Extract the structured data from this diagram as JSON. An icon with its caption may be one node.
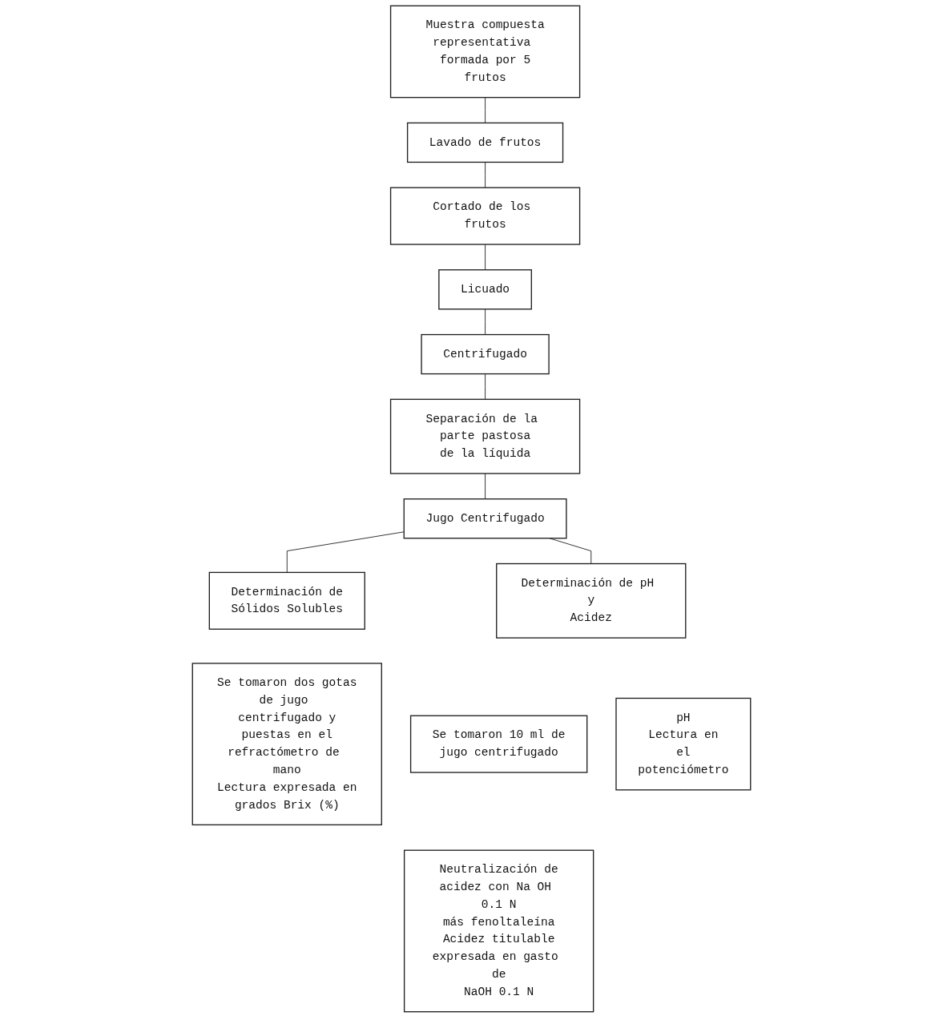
{
  "diagram": {
    "nodes": [
      {
        "text": [
          "Muestra compuesta representativa formada por 5 frutos"
        ]
      },
      {
        "text": [
          "Lavado de frutos"
        ]
      },
      {
        "text": [
          "Cortado de los frutos"
        ]
      },
      {
        "text": [
          "Licuado"
        ]
      },
      {
        "text": [
          "Centrifugado"
        ]
      },
      {
        "text": [
          "Separación de la parte pastosa de la líquida"
        ]
      },
      {
        "text": [
          "Jugo Centrifugado"
        ]
      },
      {
        "text": [
          "Determinación de Sólidos Solubles"
        ]
      },
      {
        "text": [
          "Se tomaron dos gotas de jugo centrifugado y puestas en el refractómetro de mano",
          "Lectura expresada en grados Brix (%)"
        ]
      },
      {
        "text": [
          "Determinación de pH y Acidez"
        ]
      },
      {
        "text": [
          "Se tomaron 10 ml de jugo centrifugado"
        ]
      },
      {
        "text": [
          "Neutralización de acidez con Na OH 0.1 N más fenoltaleína",
          "Acidez titulable expresada en gasto de NaOH 0.1 N"
        ]
      },
      {
        "text": [
          "pH",
          "Lectura en el potenciómetro"
        ]
      }
    ],
    "edges": [
      {
        "from": 0,
        "to": 1,
        "arrow": "none"
      },
      {
        "from": 1,
        "to": 2,
        "arrow": "none"
      },
      {
        "from": 2,
        "to": 3,
        "arrow": "none"
      },
      {
        "from": 3,
        "to": 4,
        "arrow": "none"
      },
      {
        "from": 4,
        "to": 5,
        "arrow": "none"
      },
      {
        "from": 5,
        "to": 6,
        "arrow": "none"
      },
      {
        "from": 6,
        "to": 7,
        "arrow": "none"
      },
      {
        "from": 6,
        "to": 9,
        "arrow": "none"
      }
    ]
  }
}
